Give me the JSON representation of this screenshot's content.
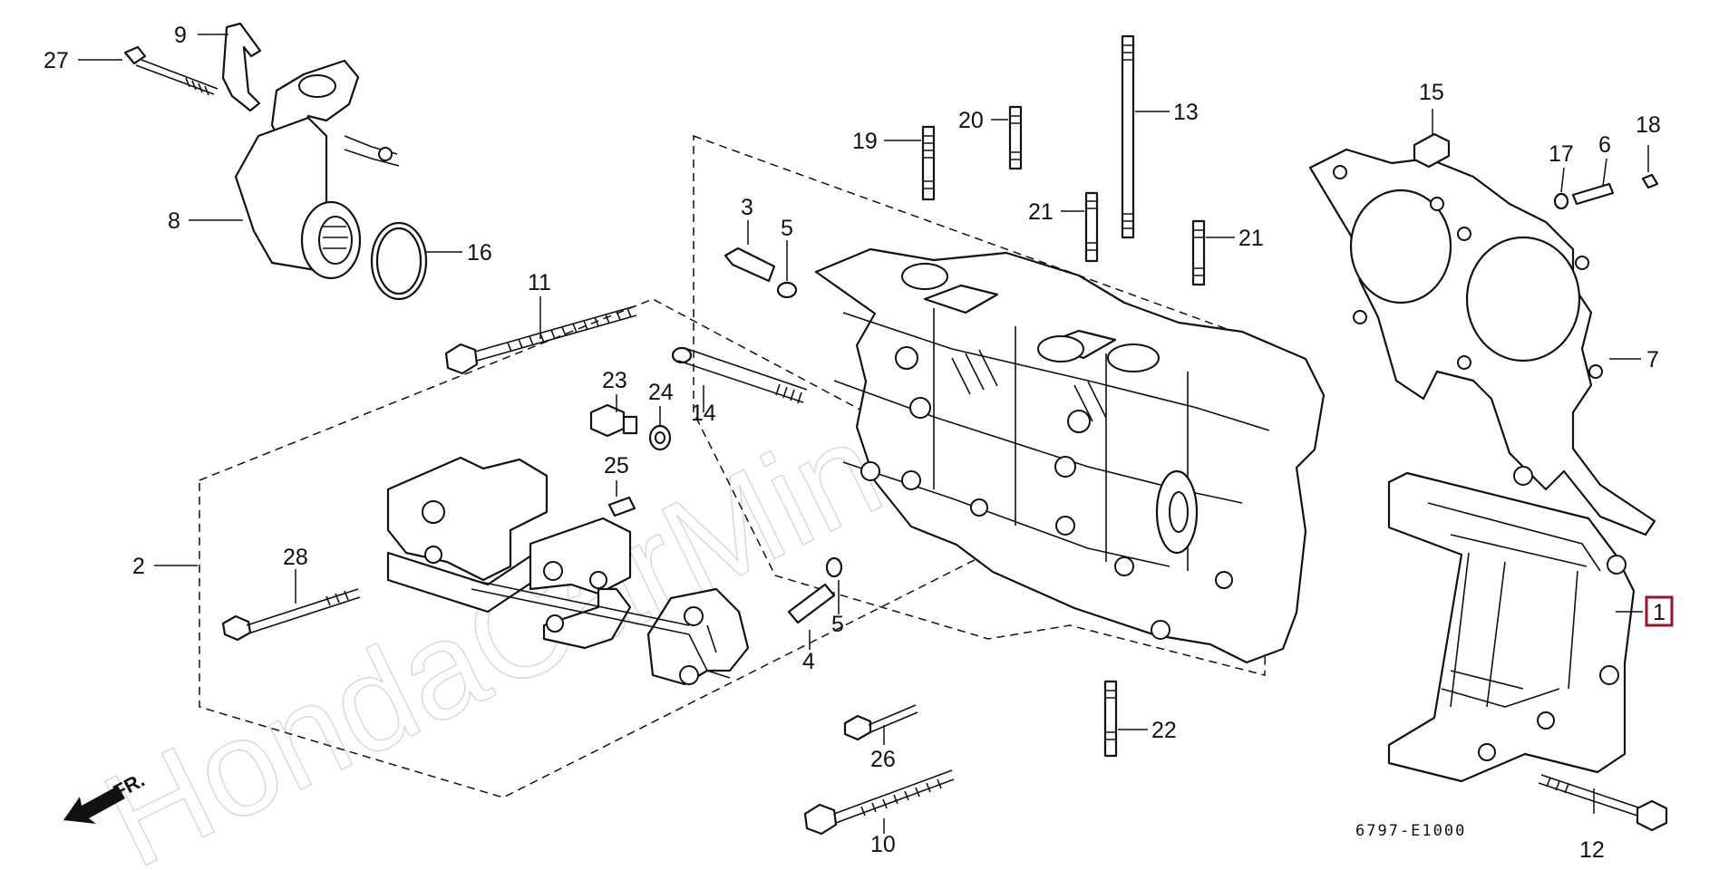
{
  "diagram": {
    "watermark": "HondaCarMine.ru",
    "diagram_code": "6797-E1000",
    "direction_label": "FR.",
    "highlighted_callout": "1",
    "callouts": [
      {
        "id": "c1",
        "text": "1"
      },
      {
        "id": "c2",
        "text": "2"
      },
      {
        "id": "c3",
        "text": "3"
      },
      {
        "id": "c4",
        "text": "4"
      },
      {
        "id": "c5a",
        "text": "5"
      },
      {
        "id": "c5b",
        "text": "5"
      },
      {
        "id": "c6",
        "text": "6"
      },
      {
        "id": "c7",
        "text": "7"
      },
      {
        "id": "c8",
        "text": "8"
      },
      {
        "id": "c9",
        "text": "9"
      },
      {
        "id": "c10",
        "text": "10"
      },
      {
        "id": "c11",
        "text": "11"
      },
      {
        "id": "c12",
        "text": "12"
      },
      {
        "id": "c13",
        "text": "13"
      },
      {
        "id": "c14",
        "text": "14"
      },
      {
        "id": "c15",
        "text": "15"
      },
      {
        "id": "c16",
        "text": "16"
      },
      {
        "id": "c17",
        "text": "17"
      },
      {
        "id": "c18",
        "text": "18"
      },
      {
        "id": "c19",
        "text": "19"
      },
      {
        "id": "c20",
        "text": "20"
      },
      {
        "id": "c21a",
        "text": "21"
      },
      {
        "id": "c21b",
        "text": "21"
      },
      {
        "id": "c22",
        "text": "22"
      },
      {
        "id": "c23",
        "text": "23"
      },
      {
        "id": "c24",
        "text": "24"
      },
      {
        "id": "c25",
        "text": "25"
      },
      {
        "id": "c26",
        "text": "26"
      },
      {
        "id": "c27",
        "text": "27"
      },
      {
        "id": "c28",
        "text": "28"
      }
    ],
    "colors": {
      "line": "#111111",
      "highlight": "#a0112b",
      "watermark": "#d9d9d9",
      "background": "#ffffff"
    }
  }
}
